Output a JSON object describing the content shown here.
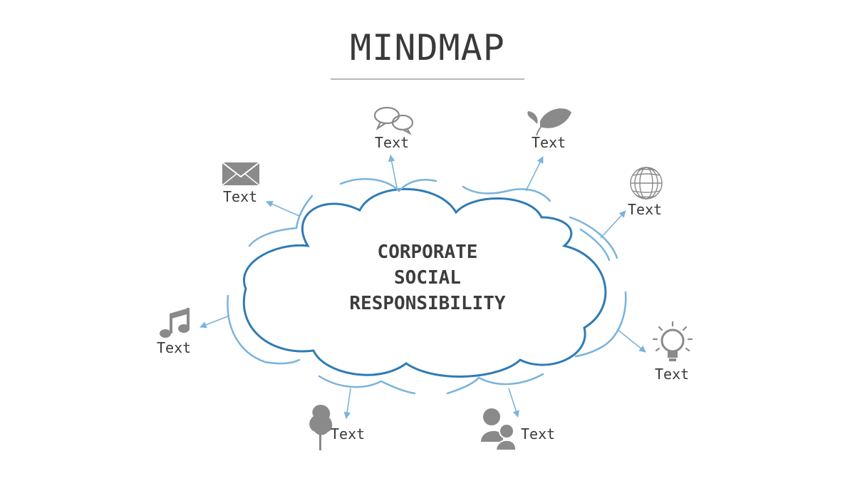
{
  "title": "MINDMAP",
  "center": {
    "lines": [
      "CORPORATE",
      "SOCIAL",
      "RESPONSIBILITY"
    ]
  },
  "nodes": [
    {
      "id": "chat",
      "icon": "chat-bubbles-icon",
      "label": "Text"
    },
    {
      "id": "leaf",
      "icon": "leaf-icon",
      "label": "Text"
    },
    {
      "id": "mail",
      "icon": "envelope-icon",
      "label": "Text"
    },
    {
      "id": "globe",
      "icon": "globe-icon",
      "label": "Text"
    },
    {
      "id": "music",
      "icon": "music-note-icon",
      "label": "Text"
    },
    {
      "id": "bulb",
      "icon": "lightbulb-icon",
      "label": "Text"
    },
    {
      "id": "tree",
      "icon": "tree-icon",
      "label": "Text"
    },
    {
      "id": "people",
      "icon": "people-icon",
      "label": "Text"
    }
  ],
  "colors": {
    "cloud_stroke": "#2f7bb5",
    "arc_stroke": "#7ab3dc",
    "icon_fill": "#8a8a8a",
    "text": "#3a3a3a"
  }
}
